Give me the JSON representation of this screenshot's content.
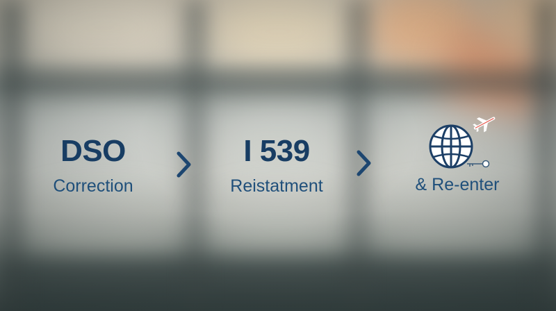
{
  "steps": [
    {
      "title": "DSO",
      "subtitle": "Correction"
    },
    {
      "title": "I 539",
      "subtitle": "Reistatment"
    },
    {
      "icon": "globe-icon",
      "subtitle": "& Re-enter"
    }
  ],
  "arrow_icon": "chevron-right-icon",
  "colors": {
    "text_dark": "#183d63",
    "text_sub": "#1f4f7a",
    "background": "blurred-window-scene"
  }
}
